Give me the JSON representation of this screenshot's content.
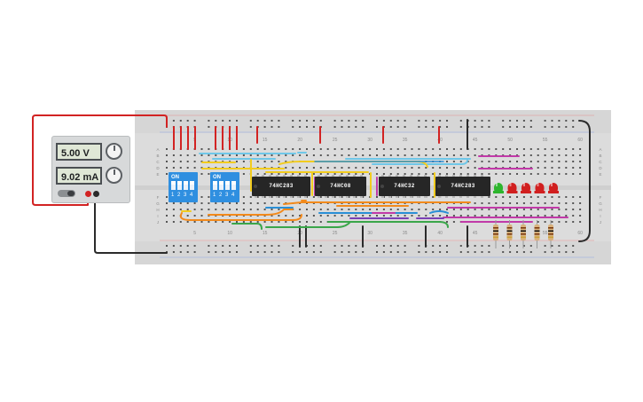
{
  "power_supply": {
    "voltage": "5.00 V",
    "current": "9.02 mA"
  },
  "chips": [
    {
      "label": "74HC283"
    },
    {
      "label": "74HC08"
    },
    {
      "label": "74HC32"
    },
    {
      "label": "74HC283"
    }
  ],
  "dip_switches": [
    {
      "on_label": "ON",
      "numbers": [
        "1",
        "2",
        "3",
        "4"
      ]
    },
    {
      "on_label": "ON",
      "numbers": [
        "1",
        "2",
        "3",
        "4"
      ]
    }
  ],
  "column_numbers": [
    "5",
    "10",
    "15",
    "20",
    "25",
    "30",
    "35",
    "40",
    "45",
    "50",
    "55",
    "60"
  ],
  "row_letters_top": [
    "A",
    "B",
    "C",
    "D",
    "E"
  ],
  "row_letters_bottom": [
    "F",
    "G",
    "H",
    "I",
    "J"
  ],
  "leds": [
    {
      "color": "#2db52d"
    },
    {
      "color": "#d11f1f"
    },
    {
      "color": "#d11f1f"
    },
    {
      "color": "#d11f1f"
    },
    {
      "color": "#d11f1f"
    }
  ],
  "colors": {
    "board": "#dcdcdc",
    "wire_red": "#d22323",
    "wire_black": "#2b2b2b",
    "wire_yellow": "#f2cc1f",
    "wire_orange": "#f28a1c",
    "wire_blue": "#2a8fd6",
    "wire_lightblue": "#6fc7e8",
    "wire_magenta": "#c13aa8",
    "wire_purple": "#7a3fb5",
    "wire_green": "#3aa64a",
    "chip": "#262626",
    "dip": "#2f8fe0"
  }
}
